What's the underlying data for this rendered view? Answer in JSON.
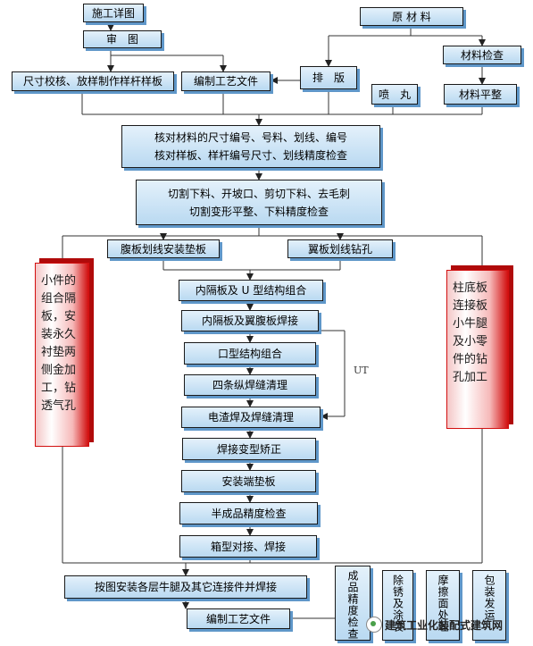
{
  "nodes": {
    "construction_drawing": "施工详图",
    "review_drawing": "审　图",
    "dimension_check": "尺寸校核、放样制作样杆样板",
    "process_doc_top": "编制工艺文件",
    "layout": "排　版",
    "raw_material": "原 材 料",
    "material_inspection": "材料检查",
    "shot_blasting": "喷　丸",
    "material_flattening": "材料平整",
    "check_material": "核对材料的尺寸编号、号料、划线、编号\n核对样板、样杆编号尺寸、划线精度检查",
    "cutting": "切割下料、开坡口、剪切下料、去毛刺\n切割变形平整、下料精度检查",
    "web_marking": "腹板划线安装垫板",
    "flange_drilling": "翼板划线钻孔",
    "inner_diaphragm_u": "内隔板及 U 型结构组合",
    "inner_diaphragm_weld": "内隔板及翼腹板焊接",
    "box_assembly": "口型结构组合",
    "four_welds": "四条纵焊缝清理",
    "electroslag": "电渣焊及焊缝清理",
    "weld_correction": "焊接变型矫正",
    "end_plate": "安装端垫板",
    "semi_inspection": "半成品精度检查",
    "box_butt": "箱型对接、焊接",
    "brackets": "按图安装各层牛腿及其它连接件并焊接",
    "process_doc_bottom": "编制工艺文件",
    "left_side": "小件的\n组合隔\n板，安\n装永久\n衬垫两\n侧金加\n工，钻\n透气孔",
    "right_side": "柱底板\n连接板\n小牛腿\n及小零\n件的钻\n孔加工",
    "final_1": "成品精度检查",
    "final_2": "除锈及涂装",
    "final_3": "摩擦面处理",
    "final_4": "包装发运"
  },
  "ut_label": "UT",
  "watermark": "建筑工业化装配式建筑网"
}
